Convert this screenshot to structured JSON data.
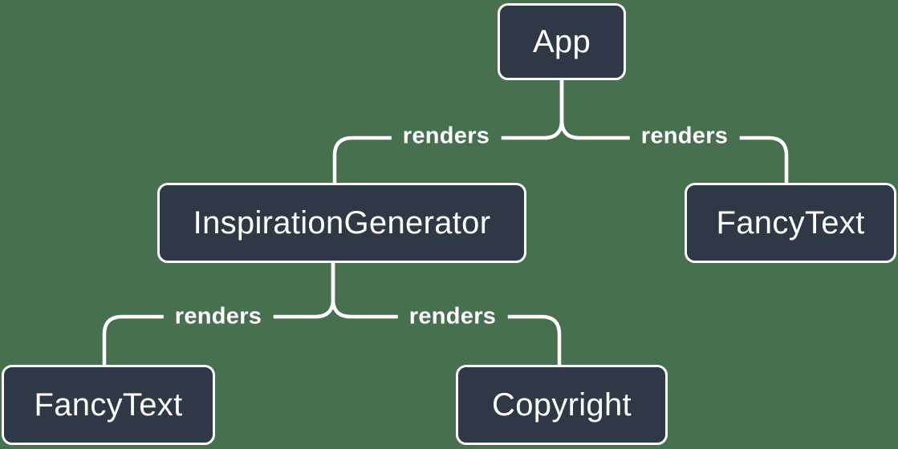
{
  "colors": {
    "background": "#47704f",
    "node_fill": "#2f3847",
    "node_border": "#ffffff",
    "line": "#ffffff",
    "label_text": "#ffffff"
  },
  "diagram": {
    "type": "component-render-tree"
  },
  "nodes": [
    {
      "id": "app",
      "label": "App"
    },
    {
      "id": "inspiration-generator",
      "label": "InspirationGenerator"
    },
    {
      "id": "fancy-text-right",
      "label": "FancyText"
    },
    {
      "id": "fancy-text-left",
      "label": "FancyText"
    },
    {
      "id": "copyright",
      "label": "Copyright"
    }
  ],
  "edges": [
    {
      "from": "App",
      "to": "InspirationGenerator",
      "label": "renders"
    },
    {
      "from": "App",
      "to": "FancyText",
      "label": "renders"
    },
    {
      "from": "InspirationGenerator",
      "to": "FancyText",
      "label": "renders"
    },
    {
      "from": "InspirationGenerator",
      "to": "Copyright",
      "label": "renders"
    }
  ]
}
